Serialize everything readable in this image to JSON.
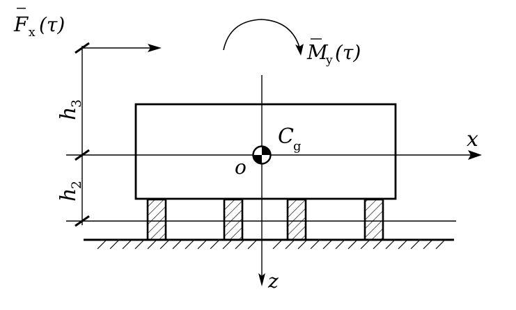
{
  "labels": {
    "force_F": "F",
    "force_sub": "x",
    "force_arg": "(τ)",
    "moment_M": "M",
    "moment_sub": "y",
    "moment_arg": "(τ)",
    "h3_h": "h",
    "h3_sub": "3",
    "h2_h": "h",
    "h2_sub": "2",
    "cg_C": "C",
    "cg_sub": "g",
    "origin": "o",
    "x_axis": "x",
    "z_axis": "z"
  },
  "colors": {
    "ink": "#000000",
    "background": "#ffffff"
  }
}
